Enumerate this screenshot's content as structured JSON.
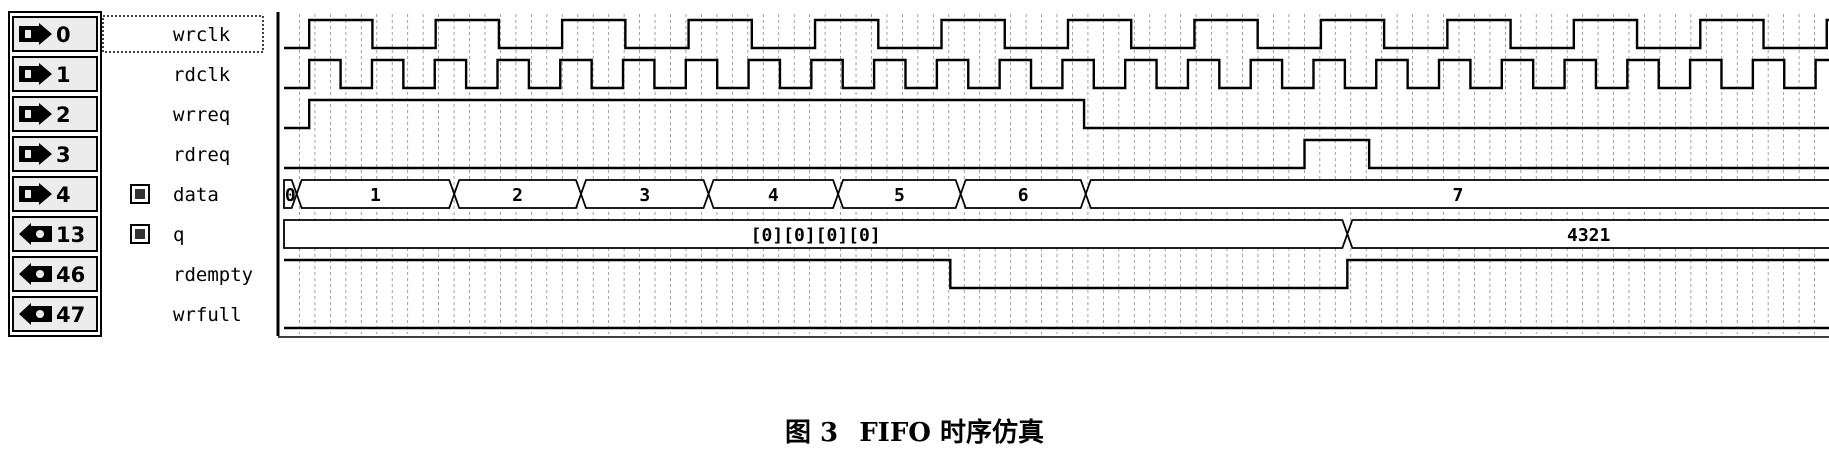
{
  "caption": {
    "figure": "图 3",
    "title": "FIFO 时序仿真"
  },
  "chart_data": {
    "type": "timing-waveform",
    "title": "",
    "grid": true,
    "time_range": [
      0,
      1000
    ],
    "signals": [
      {
        "index": "0",
        "dir": "in",
        "name": "wrclk",
        "kind": "clock",
        "half_period": 40.9,
        "first_edge": 16.3,
        "first_level": 0,
        "highlight": true
      },
      {
        "index": "1",
        "dir": "in",
        "name": "rdclk",
        "kind": "clock",
        "half_period": 20.3,
        "first_edge": 16.3,
        "first_level": 0
      },
      {
        "index": "2",
        "dir": "in",
        "name": "wrreq",
        "kind": "bit",
        "initial": 0,
        "transitions": [
          [
            16.3,
            1
          ],
          [
            517.5,
            0
          ]
        ]
      },
      {
        "index": "3",
        "dir": "in",
        "name": "rdreq",
        "kind": "bit",
        "initial": 0,
        "transitions": [
          [
            660.1,
            1
          ],
          [
            701.9,
            0
          ]
        ]
      },
      {
        "index": "4",
        "dir": "in",
        "name": "data",
        "kind": "bus",
        "segments": [
          [
            0,
            8.2,
            "0"
          ],
          [
            8.2,
            110.1,
            "1"
          ],
          [
            110.1,
            192.1,
            "2"
          ],
          [
            192.1,
            274.6,
            "3"
          ],
          [
            274.6,
            358.4,
            "4"
          ],
          [
            358.4,
            437.7,
            "5"
          ],
          [
            437.7,
            518.6,
            "6"
          ],
          [
            518.6,
            1000,
            "7"
          ]
        ]
      },
      {
        "index": "13",
        "dir": "out",
        "name": "q",
        "kind": "bus",
        "segments": [
          [
            0,
            687.8,
            "[0][0][0][0]"
          ],
          [
            687.8,
            1000,
            "4321"
          ]
        ]
      },
      {
        "index": "46",
        "dir": "out",
        "name": "rdempty",
        "kind": "bit",
        "initial": 1,
        "transitions": [
          [
            431.0,
            0
          ],
          [
            687.8,
            1
          ]
        ]
      },
      {
        "index": "47",
        "dir": "out",
        "name": "wrfull",
        "kind": "bit",
        "initial": 0,
        "transitions": []
      }
    ]
  }
}
